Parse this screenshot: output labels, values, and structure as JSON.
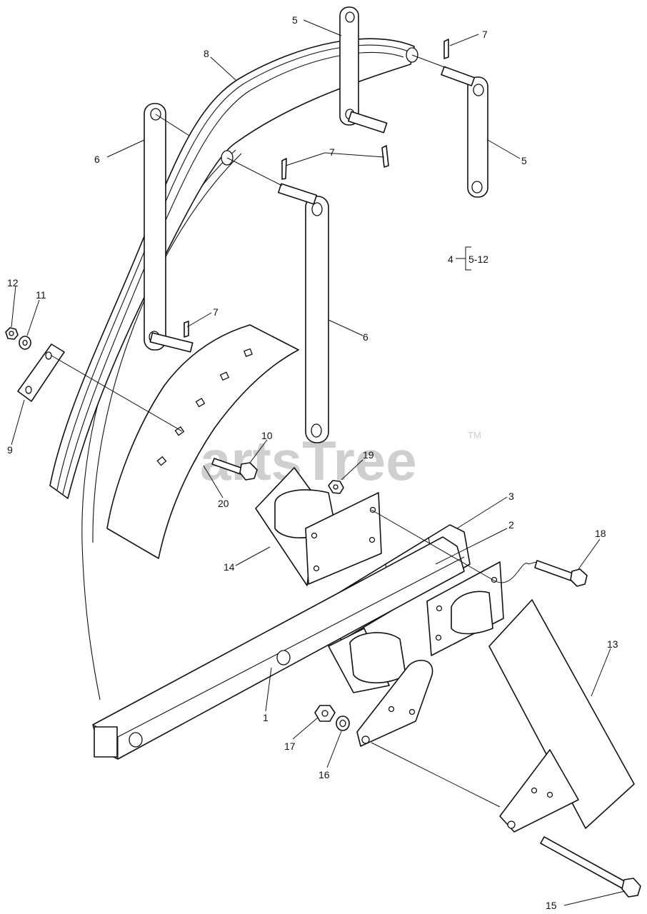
{
  "watermark": {
    "text": "PartsTree",
    "tm": "TM"
  },
  "callouts": {
    "c1": "1",
    "c2": "2",
    "c3": "3",
    "c4": "4",
    "c4_range": "5-12",
    "c5a": "5",
    "c5b": "5",
    "c6a": "6",
    "c6b": "6",
    "c7a": "7",
    "c7b": "7",
    "c7c": "7",
    "c8": "8",
    "c9": "9",
    "c10": "10",
    "c11": "11",
    "c12": "12",
    "c13": "13",
    "c14": "14",
    "c15": "15",
    "c16": "16",
    "c17": "17",
    "c18": "18",
    "c19": "19",
    "c20": "20"
  }
}
